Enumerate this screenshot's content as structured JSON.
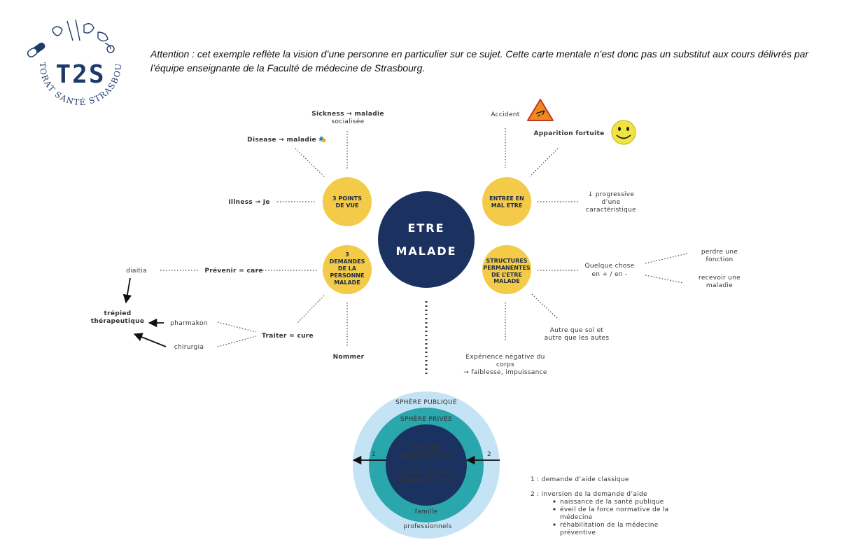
{
  "logo": {
    "title": "T2S",
    "ring_text": "TUTORAT SANTÉ STRASBOURG"
  },
  "attention_text": "Attention : cet exemple reflète la vision d’une personne en particulier sur ce sujet. Cette carte mentale n’est donc pas un substitut aux cours délivrés par l’équipe enseignante de la Faculté de médecine de Strasbourg.",
  "center": {
    "line1": "ETRE",
    "line2": "MALADE"
  },
  "nodes": {
    "points_de_vue": [
      "3 POINTS",
      "DE VUE"
    ],
    "entree": [
      "ENTREE EN",
      "MAL ETRE"
    ],
    "demandes": [
      "3",
      "DEMANDES",
      "DE LA",
      "PERSONNE",
      "MALADE"
    ],
    "structures": [
      "STRUCTURES",
      "PERMANENTES",
      "DE L’ETRE",
      "MALADE"
    ]
  },
  "labels": {
    "sickness": [
      "Sickness → maladie",
      "socialisée"
    ],
    "disease": "Disease → maladie 🎭",
    "illness": "Illness → Je",
    "accident": "Accident",
    "apparition": "Apparition fortuite",
    "progressive": [
      "↓ progressive",
      "d’une",
      "caractéristique"
    ],
    "prevenir": "Prévenir = care",
    "diaitia": "diaitia",
    "trepied": [
      "trépied",
      "thérapeutique"
    ],
    "pharmakon": "pharmakon",
    "chirurgia": "chirurgia",
    "traiter": "Traiter = cure",
    "nommer": "Nommer",
    "quelque": [
      "Quelque chose",
      "en + / en -"
    ],
    "perdre": [
      "perdre une",
      "fonction"
    ],
    "recevoir": [
      "recevoir une",
      "maladie"
    ],
    "autre": [
      "Autre que soi et",
      "autre que les autes"
    ],
    "experience": [
      "Expérience négative du",
      "corps",
      "→ faiblesse, impuissance"
    ]
  },
  "spheres": {
    "publique": "SPHÈRE PUBLIQUE",
    "privee": "SPHÈRE PRIVÉE",
    "individuelle": [
      "SPHÈRE",
      "INDIVIDUELLE"
    ],
    "auto": [
      "automaintien",
      "automédication"
    ],
    "famille": "famille",
    "professionnels": "professionnels",
    "num1": "1",
    "num2": "2"
  },
  "legend": {
    "item1": "1 : demande d’aide classique",
    "item2": "2 : inversion de la demande d’aide",
    "bullets": [
      [
        "naissance de la santé publique"
      ],
      [
        "éveil de la force normative de la",
        "médecine"
      ],
      [
        "réhabilitation de la médecine",
        "préventive"
      ]
    ]
  },
  "colors": {
    "navy": "#1b3261",
    "yellow": "#f3cb48",
    "teal": "#2aa6ad",
    "light_blue": "#c4e3f4",
    "logo_navy": "#1e3a6b",
    "warning_orange": "#f08a1e",
    "smiley": "#f1e442"
  },
  "icons": [
    "warning-sign-icon",
    "smiley-icon",
    "theater-mask-icon",
    "pill-icon"
  ]
}
